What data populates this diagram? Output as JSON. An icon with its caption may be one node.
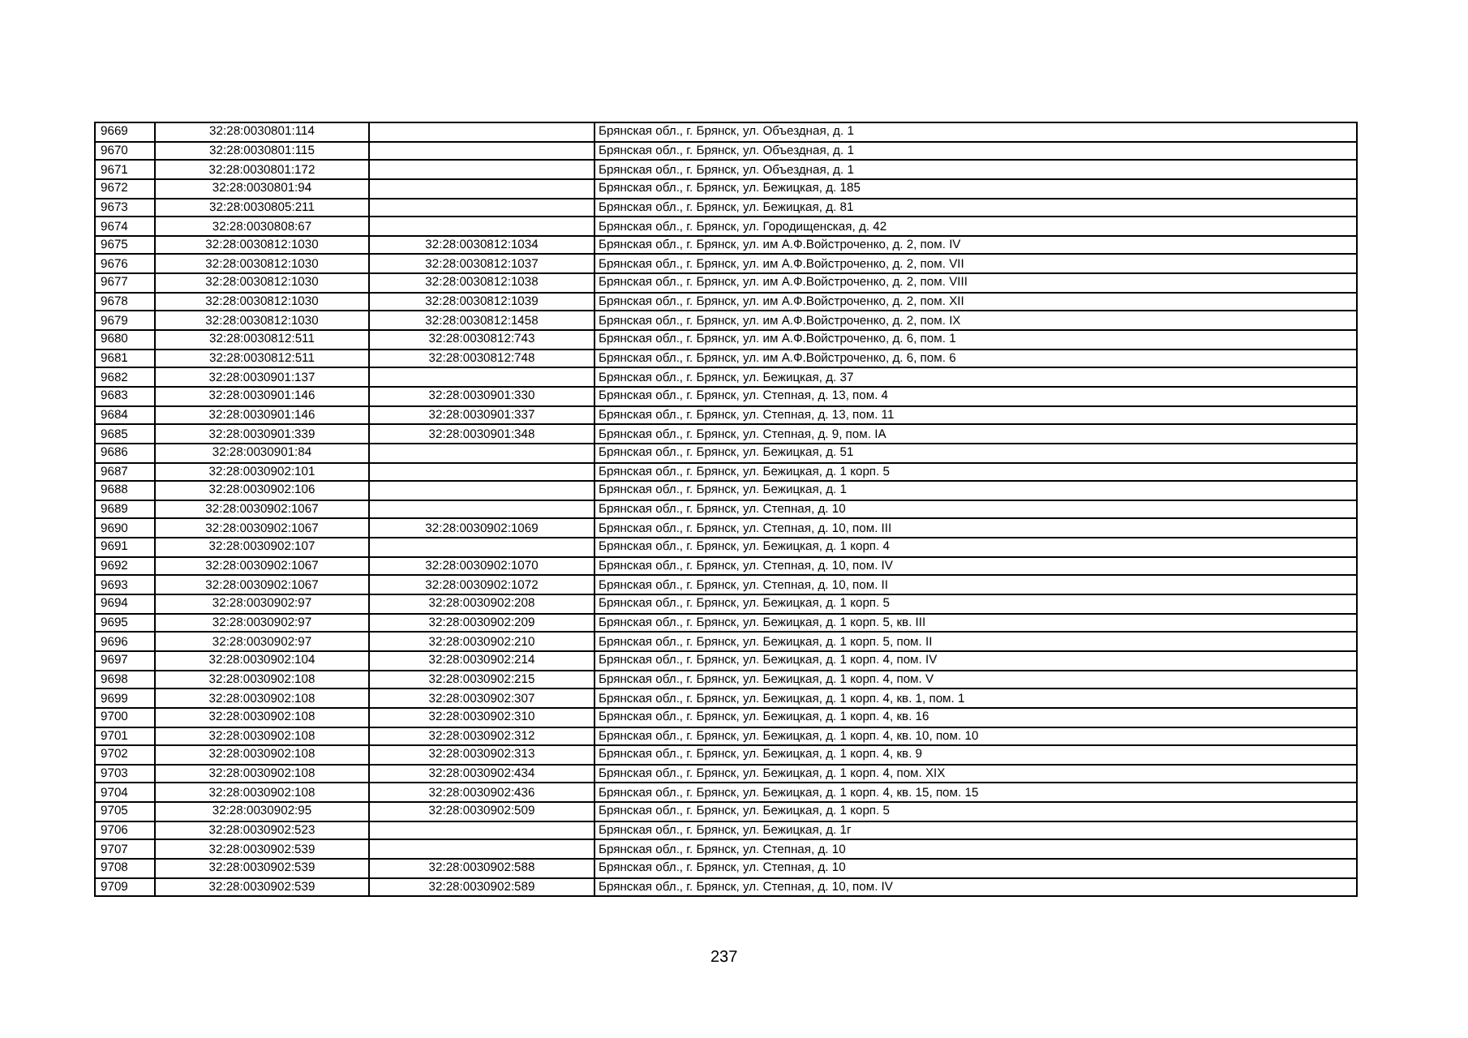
{
  "diagram": {
    "labels": [
      "9669",
      "32:28:0030801:114",
      "Брянская обл., г. Брянск, ул. Объездная, д. 1",
      "9670",
      "32:28:0030801:115",
      "Брянская обл., г. Брянск, ул. Объездная, д. 1",
      "9671",
      "32:28:0030801:172",
      "Брянская обл., г. Брянск, ул. Объездная, д. 1",
      "9672",
      "32:28:0030801:94",
      "Брянская обл., г. Брянск, ул. Бежицкая, д. 185",
      "9673",
      "32:28:0030805:211",
      "Брянская обл., г. Брянск, ул. Бежицкая, д. 81",
      "9674",
      "32:28:0030808:67",
      "Брянская обл., г. Брянск, ул. Городищенская, д. 42",
      "9675",
      "32:28:0030812:1030",
      "32:28:0030812:1034",
      "Брянская обл., г. Брянск, ул. им А.Ф.Войстроченко, д. 2, пом. IV",
      "9676",
      "32:28:0030812:1030",
      "32:28:0030812:1037",
      "Брянская обл., г. Брянск, ул. им А.Ф.Войстроченко, д. 2, пом. VII",
      "9677",
      "32:28:0030812:1030",
      "32:28:0030812:1038",
      "Брянская обл., г. Брянск, ул. им А.Ф.Войстроченко, д. 2, пом. VIII",
      "9678",
      "32:28:0030812:1030",
      "32:28:0030812:1039",
      "Брянская обл., г. Брянск, ул. им А.Ф.Войстроченко, д. 2, пом. XII",
      "9679",
      "32:28:0030812:1030",
      "32:28:0030812:1458",
      "Брянская обл., г. Брянск, ул. им А.Ф.Войстроченко, д. 2, пом. IX",
      "9680",
      "32:28:0030812:511",
      "32:28:0030812:743",
      "Брянская обл., г. Брянск, ул. им А.Ф.Войстроченко, д. 6, пом. 1",
      "9681",
      "32:28:0030812:511",
      "32:28:0030812:748",
      "Брянская обл., г. Брянск, ул. им А.Ф.Войстроченко, д. 6, пом. 6",
      "9682",
      "32:28:0030901:137",
      "Брянская обл., г. Брянск, ул. Бежицкая, д. 37",
      "9683",
      "32:28:0030901:146",
      "32:28:0030901:330",
      "Брянская обл., г. Брянск, ул. Степная, д. 13, пом. 4",
      "9684",
      "32:28:0030901:146",
      "32:28:0030901:337",
      "Брянская обл., г. Брянск, ул. Степная, д. 13, пом. 11",
      "9685",
      "32:28:0030901:339",
      "32:28:0030901:348",
      "Брянская обл., г. Брянск, ул. Степная, д. 9, пом. IA",
      "9686",
      "32:28:0030901:84",
      "Брянская обл., г. Брянск, ул. Бежицкая, д. 51",
      "9687",
      "32:28:0030902:101",
      "Брянская обл., г. Брянск, ул. Бежицкая, д. 1 корп. 5",
      "9688",
      "32:28:0030902:106",
      "Брянская обл., г. Брянск, ул. Бежицкая, д. 1",
      "9689",
      "32:28:0030902:1067",
      "Брянская обл., г. Брянск, ул. Степная, д. 10",
      "9690",
      "32:28:0030902:1067",
      "32:28:0030902:1069",
      "Брянская обл., г. Брянск, ул. Степная, д. 10, пом. III",
      "9691",
      "32:28:0030902:107",
      "Брянская обл., г. Брянск, ул. Бежицкая, д. 1 корп. 4",
      "9692",
      "32:28:0030902:1067",
      "32:28:0030902:1070",
      "Брянская обл., г. Брянск, ул. Степная, д. 10, пом. IV",
      "9693",
      "32:28:0030902:1067",
      "32:28:0030902:1072",
      "Брянская обл., г. Брянск, ул. Степная, д. 10, пом. II",
      "9694",
      "32:28:0030902:97",
      "32:28:0030902:208",
      "Брянская обл., г. Брянск, ул. Бежицкая, д. 1 корп. 5",
      "9695",
      "32:28:0030902:97",
      "32:28:0030902:209",
      "Брянская обл., г. Брянск, ул. Бежицкая, д. 1 корп. 5, кв. III",
      "9696",
      "32:28:0030902:97",
      "32:28:0030902:210",
      "Брянская обл., г. Брянск, ул. Бежицкая, д. 1 корп. 5, пом. II",
      "9697",
      "32:28:0030902:104",
      "32:28:0030902:214",
      "Брянская обл., г. Брянск, ул. Бежицкая, д. 1 корп. 4, пом. IV",
      "9698",
      "32:28:0030902:108",
      "32:28:0030902:215",
      "Брянская обл., г. Брянск, ул. Бежицкая, д. 1 корп. 4, пом. V",
      "9699",
      "32:28:0030902:108",
      "32:28:0030902:307",
      "Брянская обл., г. Брянск, ул. Бежицкая, д. 1 корп. 4, кв. 1, пом. 1",
      "9700",
      "32:28:0030902:108",
      "32:28:0030902:310",
      "Брянская обл., г. Брянск, ул. Бежицкая, д. 1 корп. 4, кв. 16",
      "9701",
      "32:28:0030902:108",
      "32:28:0030902:312",
      "Брянская обл., г. Брянск, ул. Бежицкая, д. 1 корп. 4, кв. 10, пом. 10",
      "9702",
      "32:28:0030902:108",
      "32:28:0030902:313",
      "Брянская обл., г. Брянск, ул. Бежицкая, д. 1 корп. 4, кв. 9",
      "9703",
      "32:28:0030902:108",
      "32:28:0030902:434",
      "Брянская обл., г. Брянск, ул. Бежицкая, д. 1 корп. 4, пом. XIX",
      "9704",
      "32:28:0030902:108",
      "32:28:0030902:436",
      "Брянская обл., г. Брянск, ул. Бежицкая, д. 1 корп. 4, кв. 15, пом. 15",
      "9705",
      "32:28:0030902:95",
      "32:28:0030902:509",
      "Брянская обл., г. Брянск, ул. Бежицкая, д. 1 корп. 5",
      "9706",
      "32:28:0030902:523",
      "Брянская обл., г. Брянск, ул. Бежицкая, д. 1г",
      "9707",
      "32:28:0030902:539",
      "Брянская обл., г. Брянск, ул. Степная, д. 10",
      "9708",
      "32:28:0030902:539",
      "32:28:0030902:588",
      "Брянская обл., г. Брянск, ул. Степная, д. 10",
      "9709",
      "32:28:0030902:539",
      "32:28:0030902:589",
      "Брянская обл., г. Брянск, ул. Степная, д. 10, пом. IV",
      "237"
    ]
  }
}
